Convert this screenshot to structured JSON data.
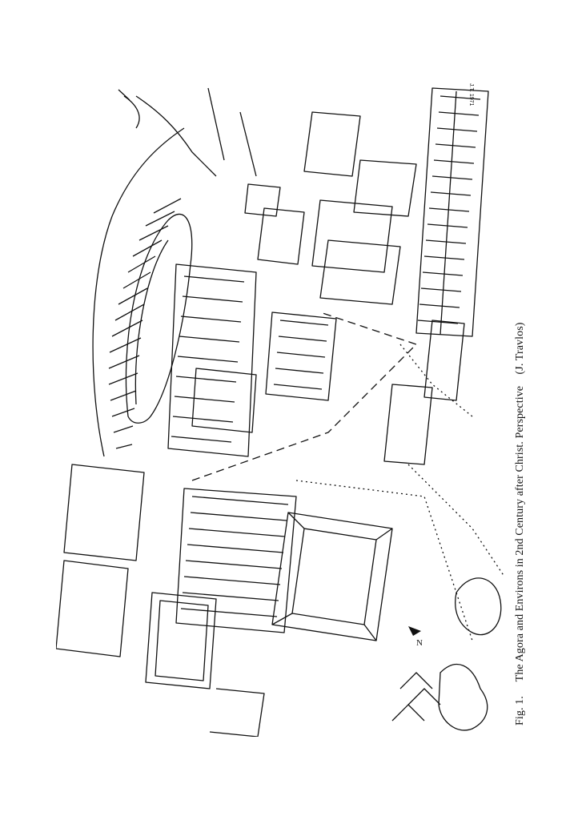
{
  "figure": {
    "caption": {
      "label": "Fig. 1.",
      "text": "The Agora and Environs in 2nd Century after Christ. Perspective",
      "credit": "(J. Travlos)"
    },
    "signature": "J.T. 1971",
    "north_marker": "N"
  }
}
